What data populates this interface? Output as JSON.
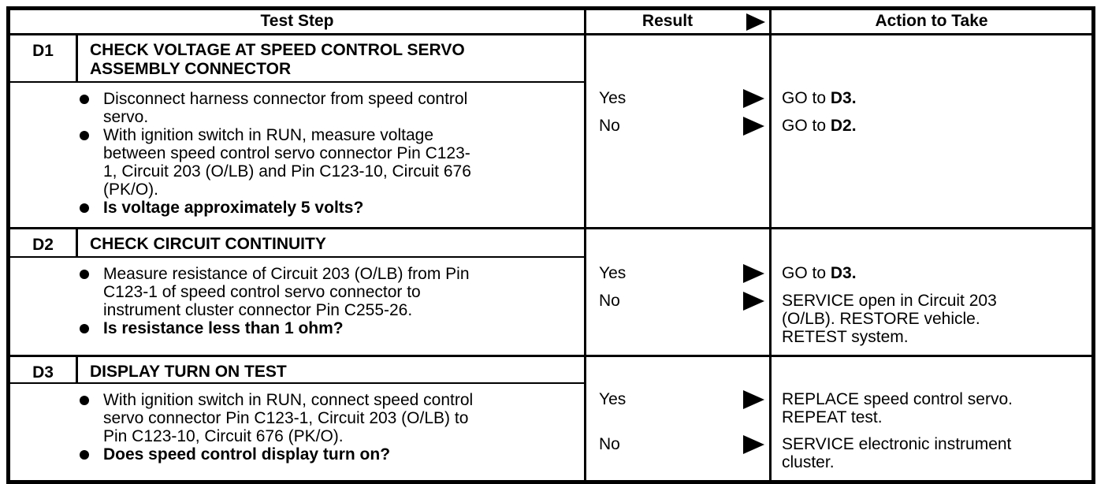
{
  "table": {
    "colors": {
      "ink": "#000000",
      "paper": "#ffffff"
    },
    "header": {
      "test_step": "Test Step",
      "result": "Result",
      "action_to_take": "Action to Take"
    },
    "steps": [
      {
        "id": "D1",
        "title": "CHECK VOLTAGE AT SPEED CONTROL SERVO ASSEMBLY CONNECTOR",
        "bullets": [
          "Disconnect harness connector from speed control servo.",
          "With ignition switch in RUN, measure voltage between speed control servo connector Pin C123-1, Circuit 203 (O/LB) and Pin C123-10, Circuit 676 (PK/O)."
        ],
        "question": "Is voltage approximately 5 volts?",
        "outcomes": [
          {
            "result": "Yes",
            "action_pre": "GO to ",
            "action_ref": "D3.",
            "action_post": ""
          },
          {
            "result": "No",
            "action_pre": "GO to ",
            "action_ref": "D2.",
            "action_post": ""
          }
        ]
      },
      {
        "id": "D2",
        "title": "CHECK CIRCUIT CONTINUITY",
        "bullets": [
          "Measure resistance of Circuit 203 (O/LB) from Pin C123-1 of speed control servo connector to instrument cluster connector Pin C255-26."
        ],
        "question": "Is resistance less than 1 ohm?",
        "outcomes": [
          {
            "result": "Yes",
            "action_pre": "GO to ",
            "action_ref": "D3.",
            "action_post": ""
          },
          {
            "result": "No",
            "action_pre": "SERVICE open in Circuit 203 (O/LB). RESTORE vehicle. RETEST system.",
            "action_ref": "",
            "action_post": ""
          }
        ]
      },
      {
        "id": "D3",
        "title": "DISPLAY TURN ON TEST",
        "bullets": [
          "With ignition switch in RUN, connect speed control servo connector Pin C123-1, Circuit 203 (O/LB) to Pin C123-10, Circuit 676 (PK/O)."
        ],
        "question": "Does speed control display turn on?",
        "outcomes": [
          {
            "result": "Yes",
            "action_pre": "REPLACE speed control servo. REPEAT test.",
            "action_ref": "",
            "action_post": ""
          },
          {
            "result": "No",
            "action_pre": "SERVICE electronic instrument cluster.",
            "action_ref": "",
            "action_post": ""
          }
        ]
      }
    ]
  }
}
